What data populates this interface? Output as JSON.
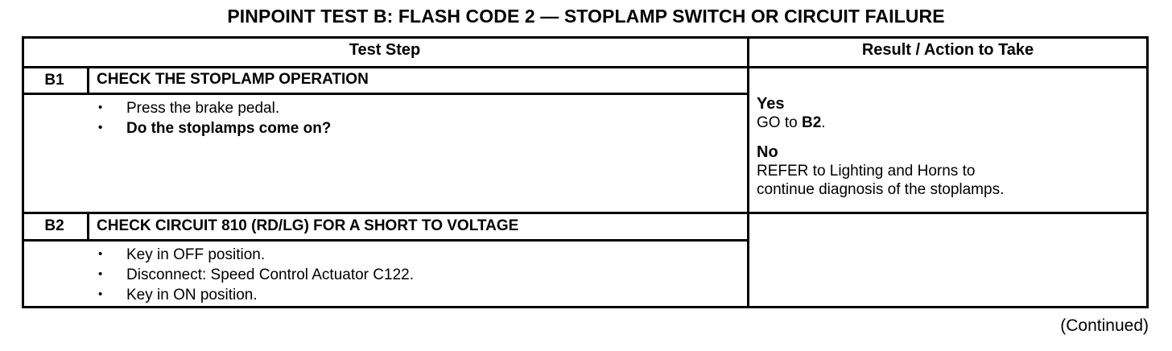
{
  "document": {
    "title": "PINPOINT TEST  B: FLASH CODE 2 — STOPLAMP SWITCH OR CIRCUIT FAILURE",
    "footer_note": "(Continued)"
  },
  "table": {
    "headers": {
      "test_step": "Test Step",
      "result_action": "Result / Action to Take"
    },
    "rows": [
      {
        "id": "B1",
        "title": "CHECK THE STOPLAMP OPERATION",
        "steps": [
          {
            "text": "Press the brake pedal.",
            "bold": false
          },
          {
            "text": "Do the stoplamps come on?",
            "bold": true
          }
        ],
        "results": [
          {
            "answer": "Yes",
            "action_prefix": "GO to ",
            "action_bold": "B2",
            "action_suffix": "."
          },
          {
            "answer": "No",
            "action_line1": "REFER to Lighting and Horns to",
            "action_line2": "continue diagnosis of the stoplamps."
          }
        ]
      },
      {
        "id": "B2",
        "title": "CHECK CIRCUIT 810 (RD/LG) FOR A SHORT TO VOLTAGE",
        "steps": [
          {
            "text": "Key in OFF position.",
            "bold": false
          },
          {
            "text": "Disconnect: Speed Control Actuator C122.",
            "bold": false
          },
          {
            "text": "Key in ON position.",
            "bold": false
          }
        ],
        "results": []
      }
    ]
  },
  "colors": {
    "ink": "#000000",
    "paper": "#ffffff"
  }
}
